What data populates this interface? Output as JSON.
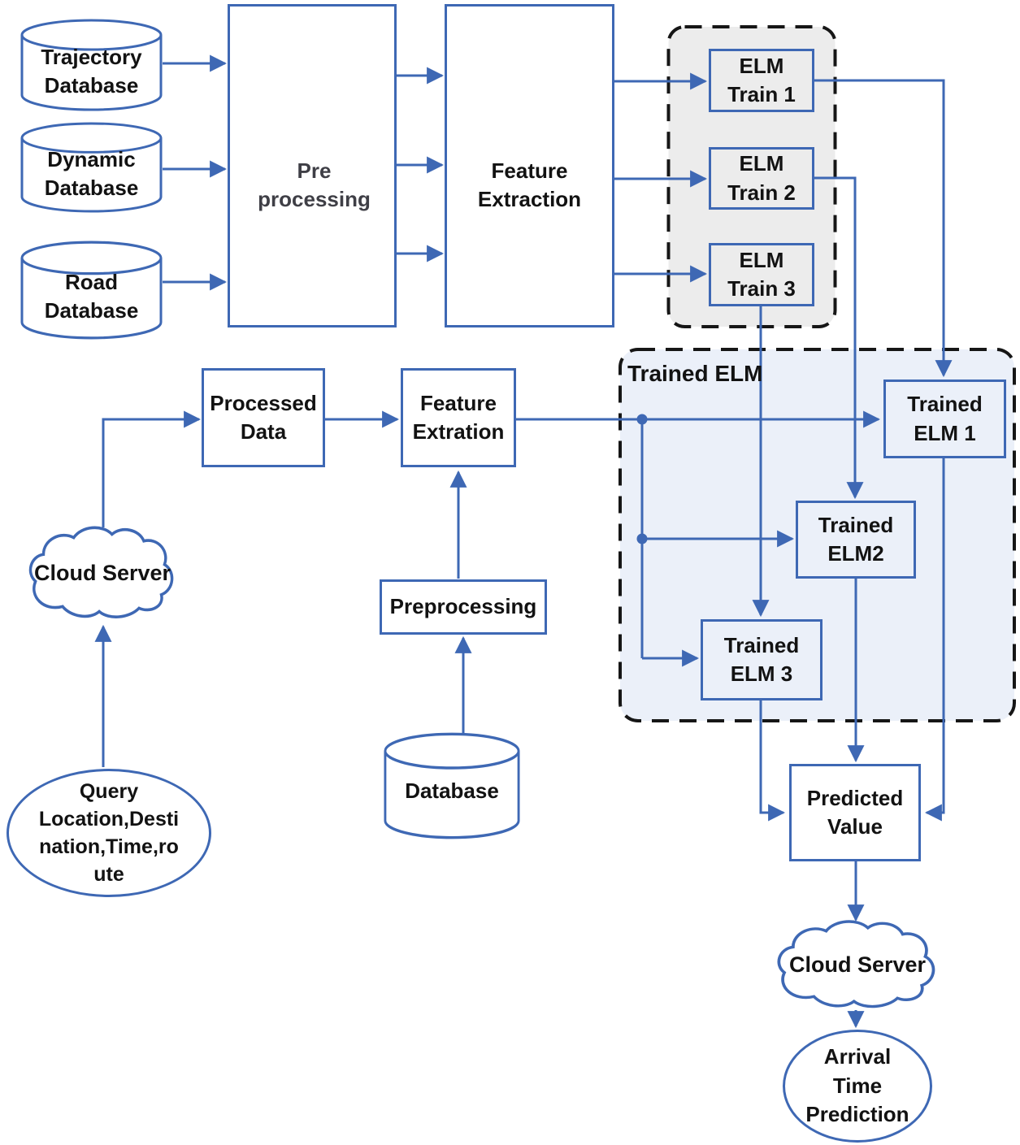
{
  "colors": {
    "accent": "#3E68B4",
    "dash_border": "#161616",
    "gray_fill": "#ECECEC",
    "light_blue_fill": "#EBF0F9",
    "background": "#FFFFFF",
    "text": "#121212",
    "pre_text": "#3F3F46"
  },
  "training": {
    "databases": [
      {
        "label": "Trajectory\nDatabase"
      },
      {
        "label": "Dynamic\nDatabase"
      },
      {
        "label": "Road\nDatabase"
      }
    ],
    "preprocessing_label": "Pre\nprocessing",
    "feature_extraction_label": "Feature\nExtraction",
    "elm_trainers": [
      {
        "label": "ELM\nTrain 1"
      },
      {
        "label": "ELM\nTrain 2"
      },
      {
        "label": "ELM\nTrain 3"
      }
    ]
  },
  "inference": {
    "query_label": "Query\nLocation,Desti\nnation,Time,ro\nute",
    "cloud_in_label": "Cloud Server",
    "processed_data_label": "Processed\nData",
    "feature_extration_label": "Feature\nExtration",
    "preprocessing_label": "Preprocessing",
    "database_label": "Database",
    "trained_group_label": "Trained ELM",
    "trained_elms": [
      {
        "label": "Trained\nELM 1"
      },
      {
        "label": "Trained\nELM2"
      },
      {
        "label": "Trained\nELM 3"
      }
    ],
    "predicted_value_label": "Predicted\nValue",
    "cloud_out_label": "Cloud Server",
    "arrival_label": "Arrival\nTime\nPrediction"
  }
}
